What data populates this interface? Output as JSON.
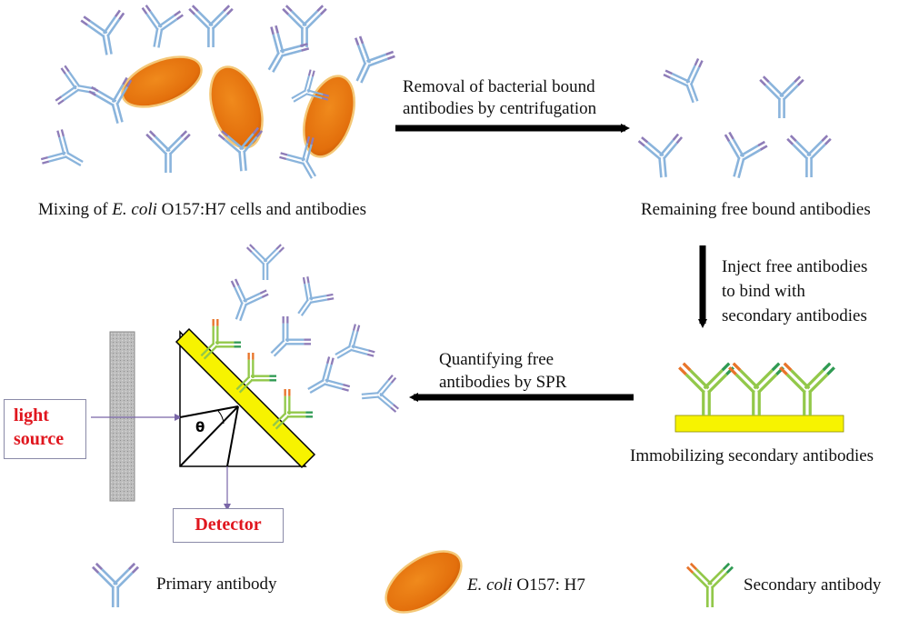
{
  "labels": {
    "mixing_prefix": "Mixing of ",
    "mixing_species": "E. coli",
    "mixing_suffix": " O157:H7 cells and antibodies",
    "removal_line1": "Removal of bacterial bound",
    "removal_line2": "antibodies by centrifugation",
    "remaining": "Remaining free bound antibodies",
    "inject_line1": "Inject free antibodies",
    "inject_line2": "to bind with",
    "inject_line3": "secondary antibodies",
    "quantify_line1": "Quantifying free",
    "quantify_line2": "antibodies by SPR",
    "immobilizing": "Immobilizing secondary antibodies",
    "light_source_line1": "light",
    "light_source_line2": "source",
    "detector": "Detector",
    "theta": "θ"
  },
  "legend": {
    "primary": "Primary antibody",
    "ecoli_species": "E. coli",
    "ecoli_strain": " O157: H7",
    "secondary": "Secondary antibody"
  },
  "colors": {
    "primary_antibody": "#8ab4dc",
    "primary_tip": "#8e7cb8",
    "secondary_antibody": "#92c84a",
    "secondary_tip_orange": "#e8742a",
    "secondary_tip_green": "#2f9a52",
    "ecoli": "#e8740f",
    "sensor_chip": "#f7f300",
    "label_red": "#e0161e",
    "arrow": "#000000"
  }
}
